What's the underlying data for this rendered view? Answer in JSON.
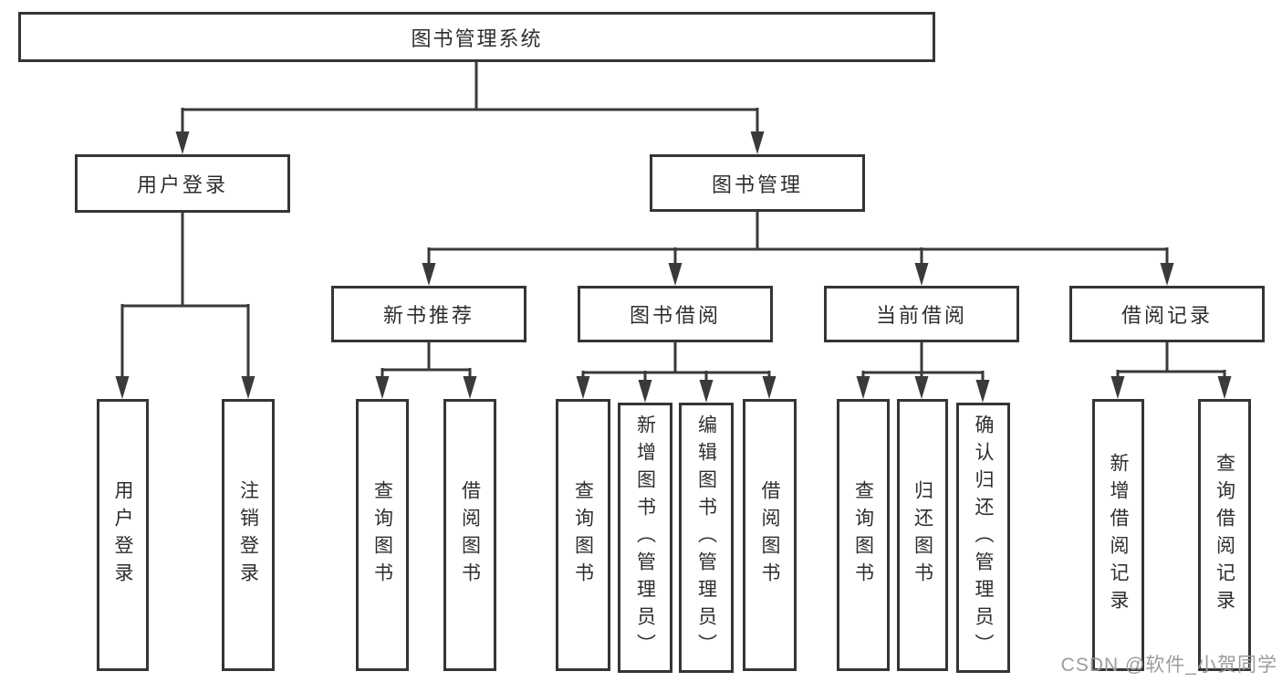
{
  "tree": {
    "root": {
      "label": "图书管理系统"
    },
    "branches": [
      {
        "label": "用户登录",
        "children": [
          {
            "label": "用户登录"
          },
          {
            "label": "注销登录"
          }
        ]
      },
      {
        "label": "图书管理",
        "children": [
          {
            "label": "新书推荐",
            "children": [
              {
                "label": "查询图书"
              },
              {
                "label": "借阅图书"
              }
            ]
          },
          {
            "label": "图书借阅",
            "children": [
              {
                "label": "查询图书"
              },
              {
                "label": "新增图书（管理员）"
              },
              {
                "label": "编辑图书（管理员）"
              },
              {
                "label": "借阅图书"
              }
            ]
          },
          {
            "label": "当前借阅",
            "children": [
              {
                "label": "查询图书"
              },
              {
                "label": "归还图书"
              },
              {
                "label": "确认归还（管理员）"
              }
            ]
          },
          {
            "label": "借阅记录",
            "children": [
              {
                "label": "新增借阅记录"
              },
              {
                "label": "查询借阅记录"
              }
            ]
          }
        ]
      }
    ]
  },
  "watermark": {
    "text": "CSDN @软件_小贺同学"
  },
  "colors": {
    "line": "#3a3a3a",
    "box_border": "#353535",
    "text": "#2e2e2e",
    "watermark_text": "#9c9c9c",
    "background": "#ffffff"
  }
}
